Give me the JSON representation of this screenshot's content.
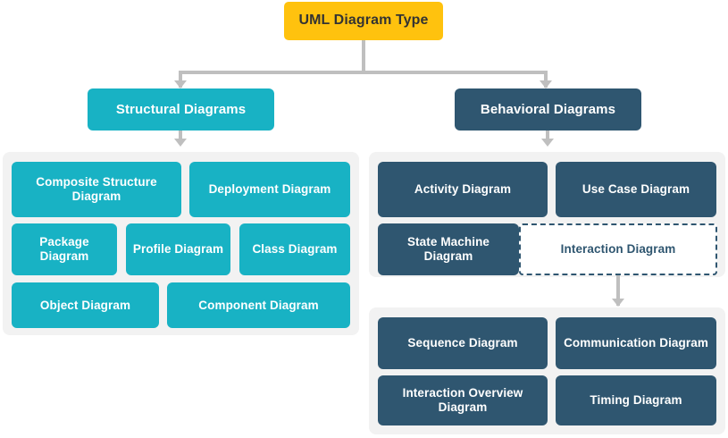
{
  "diagram": {
    "title": "UML Diagram Type",
    "colors": {
      "root": "#FFC20E",
      "structural": "#18B2C4",
      "behavioral": "#2F5670",
      "panel": "#F2F2F2",
      "connector": "#BFBFBF",
      "root_text": "#333333",
      "node_text": "#FFFFFF"
    },
    "root": {
      "label": "UML Diagram Type"
    },
    "branches": [
      {
        "id": "structural",
        "label": "Structural Diagrams",
        "style": "teal",
        "children": [
          {
            "label": "Composite Structure Diagram"
          },
          {
            "label": "Deployment Diagram"
          },
          {
            "label": "Package Diagram"
          },
          {
            "label": "Profile Diagram"
          },
          {
            "label": "Class Diagram"
          },
          {
            "label": "Object Diagram"
          },
          {
            "label": "Component Diagram"
          }
        ]
      },
      {
        "id": "behavioral",
        "label": "Behavioral Diagrams",
        "style": "navy",
        "children": [
          {
            "label": "Activity Diagram"
          },
          {
            "label": "Use Case Diagram"
          },
          {
            "label": "State Machine Diagram"
          },
          {
            "label": "Interaction Diagram",
            "style": "dashed"
          }
        ],
        "subgroup": {
          "parent": "Interaction Diagram",
          "children": [
            {
              "label": "Sequence Diagram"
            },
            {
              "label": "Communication Diagram"
            },
            {
              "label": "Interaction Overview Diagram"
            },
            {
              "label": "Timing Diagram"
            }
          ]
        }
      }
    ]
  }
}
